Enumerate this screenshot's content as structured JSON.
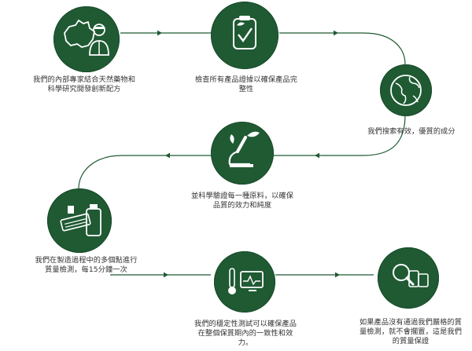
{
  "colors": {
    "circle": "#1f5a33",
    "icon": "#ffffff",
    "line": "#1f5a33",
    "text": "#333333"
  },
  "steps": [
    {
      "icon": "australia-map-scientist-icon",
      "caption": "我們的內部專家結合天然藥物和\n科學研究開發創新配方"
    },
    {
      "icon": "clipboard-leaf-check-icon",
      "caption": "檢查所有產品證據以確保產品完\n整性"
    },
    {
      "icon": "globe-icon",
      "caption": "我們搜索有效，優質的成分"
    },
    {
      "icon": "microscope-leaf-icon",
      "caption": "並科學驗證每一種原料，以確保\n品質的效力和純度"
    },
    {
      "icon": "approved-stamp-bottle-icon",
      "caption": "我們在製造過程中的多個點進行\n質量檢測，每15分鐘一次"
    },
    {
      "icon": "thermometer-monitor-icon",
      "caption": "我們的穩定性測試可以確保產品\n在整個保質期內的一致性和效\n力。"
    },
    {
      "icon": "magnifier-bottles-icon",
      "caption": "如果產品沒有通過我們嚴格的質\n量檢測，就不會擱置，這是我們\n的質量保證"
    }
  ]
}
